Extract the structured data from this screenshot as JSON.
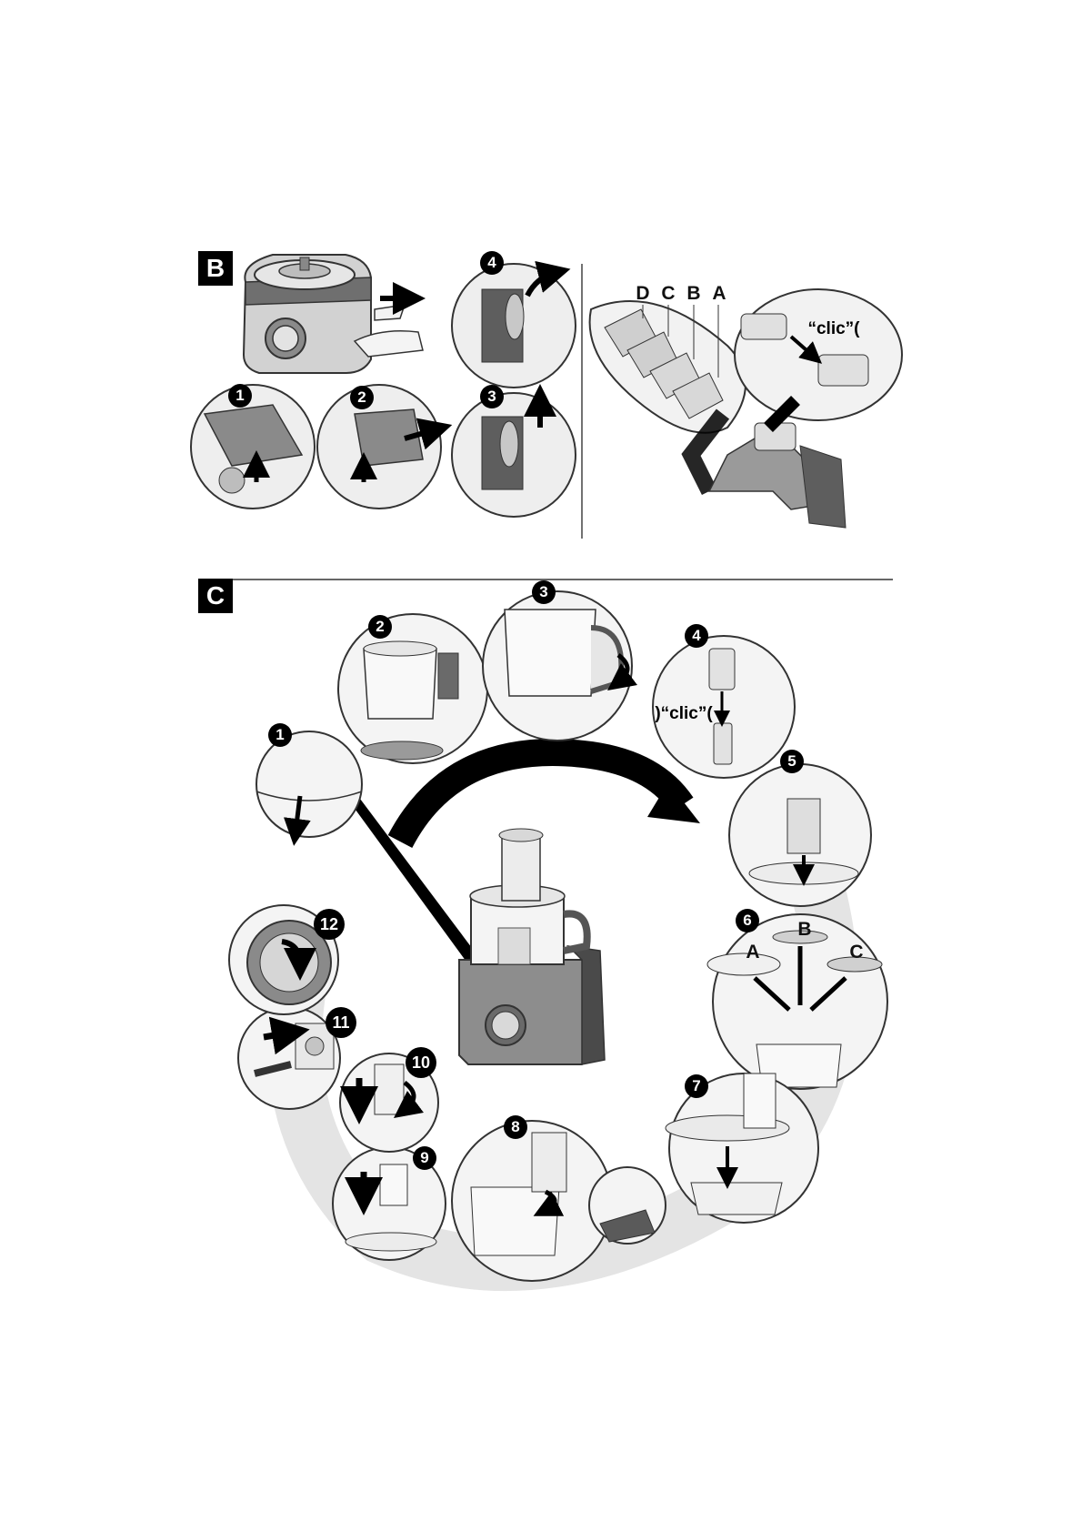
{
  "section_b": {
    "label": "B",
    "steps": [
      "1",
      "2",
      "3",
      "4"
    ],
    "part_labels": [
      "D",
      "C",
      "B",
      "A"
    ],
    "clic_text": "“clic”("
  },
  "section_c": {
    "label": "C",
    "steps": [
      "1",
      "2",
      "3",
      "4",
      "5",
      "6",
      "7",
      "8",
      "9",
      "10",
      "11",
      "12"
    ],
    "tool_labels": [
      "A",
      "B",
      "C"
    ],
    "clic_text": ")“clic”("
  }
}
